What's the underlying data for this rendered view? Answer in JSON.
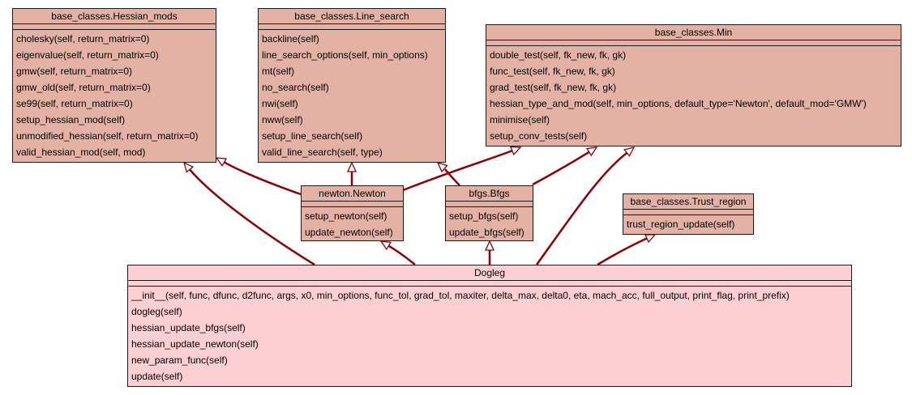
{
  "colors": {
    "edge": "#8b0000",
    "class_fill": "#e3b2a5",
    "focus_fill": "#fcd0d3"
  },
  "classes": {
    "hessian": {
      "name": "base_classes.Hessian_mods",
      "methods": [
        "cholesky(self, return_matrix=0)",
        "eigenvalue(self, return_matrix=0)",
        "gmw(self, return_matrix=0)",
        "gmw_old(self, return_matrix=0)",
        "se99(self, return_matrix=0)",
        "setup_hessian_mod(self)",
        "unmodified_hessian(self, return_matrix=0)",
        "valid_hessian_mod(self, mod)"
      ]
    },
    "line": {
      "name": "base_classes.Line_search",
      "methods": [
        "backline(self)",
        "line_search_options(self, min_options)",
        "mt(self)",
        "no_search(self)",
        "nwi(self)",
        "nww(self)",
        "setup_line_search(self)",
        "valid_line_search(self, type)"
      ]
    },
    "min": {
      "name": "base_classes.Min",
      "methods": [
        "double_test(self, fk_new, fk, gk)",
        "func_test(self, fk_new, fk, gk)",
        "grad_test(self, fk_new, fk, gk)",
        "hessian_type_and_mod(self, min_options, default_type='Newton', default_mod='GMW')",
        "minimise(self)",
        "setup_conv_tests(self)"
      ]
    },
    "newton": {
      "name": "newton.Newton",
      "methods": [
        "setup_newton(self)",
        "update_newton(self)"
      ]
    },
    "bfgs": {
      "name": "bfgs.Bfgs",
      "methods": [
        "setup_bfgs(self)",
        "update_bfgs(self)"
      ]
    },
    "trust": {
      "name": "base_classes.Trust_region",
      "methods": [
        "trust_region_update(self)"
      ]
    },
    "dogleg": {
      "name": "Dogleg",
      "methods": [
        "__init__(self, func, dfunc, d2func, args, x0, min_options, func_tol, grad_tol, maxiter, delta_max, delta0, eta, mach_acc, full_output, print_flag, print_prefix)",
        "dogleg(self)",
        "hessian_update_bfgs(self)",
        "hessian_update_newton(self)",
        "new_param_func(self)",
        "update(self)"
      ]
    }
  },
  "inheritance": [
    {
      "from": "newton",
      "to": "hessian"
    },
    {
      "from": "newton",
      "to": "line"
    },
    {
      "from": "newton",
      "to": "min"
    },
    {
      "from": "bfgs",
      "to": "line"
    },
    {
      "from": "bfgs",
      "to": "min"
    },
    {
      "from": "dogleg",
      "to": "hessian"
    },
    {
      "from": "dogleg",
      "to": "newton"
    },
    {
      "from": "dogleg",
      "to": "bfgs"
    },
    {
      "from": "dogleg",
      "to": "min"
    },
    {
      "from": "dogleg",
      "to": "trust"
    }
  ]
}
